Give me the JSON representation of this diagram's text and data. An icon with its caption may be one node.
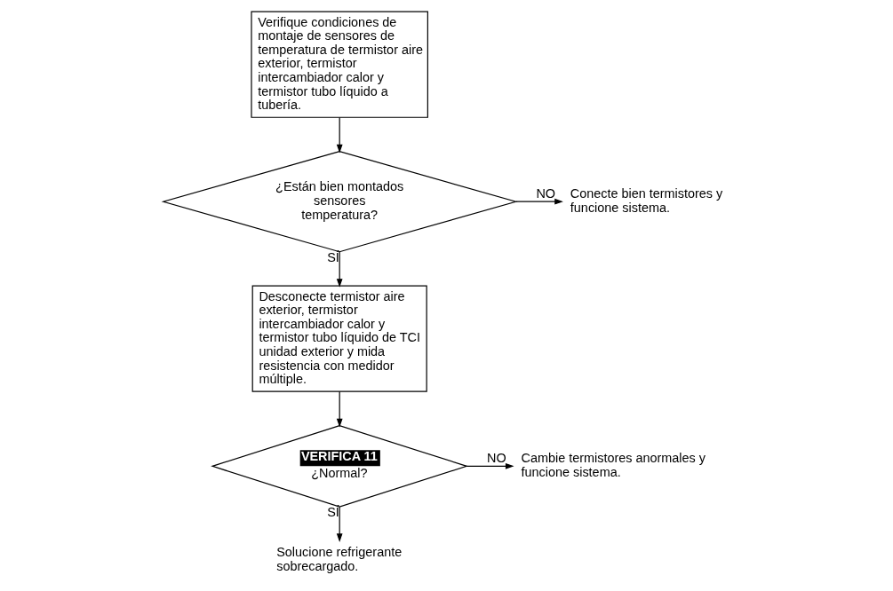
{
  "diagram": {
    "nodes": [
      {
        "text": [
          "Verifique condiciones de montaje de sensores de temperatura de termistor aire exterior, termistor intercambiador calor y termistor tubo líquido a tubería."
        ]
      },
      {
        "text": [
          "¿Están bien montados sensores temperatura?"
        ]
      },
      {
        "text": [
          "Conecte bien termistores y funcione sistema."
        ]
      },
      {
        "text": [
          "Desconecte termistor aire exterior, termistor intercambiador calor y termistor tubo líquido de TCI unidad exterior y mida resistencia con medidor múltiple."
        ]
      },
      {
        "text": [
          "VERIFICA 11",
          "¿Normal?"
        ]
      },
      {
        "text": [
          "Cambie termistores anormales y funcione sistema."
        ]
      },
      {
        "text": [
          "Solucione refrigerante sobrecargado."
        ]
      }
    ],
    "edges": [
      {
        "from": 0,
        "to": 1,
        "arrow": "to"
      },
      {
        "from": 1,
        "to": 2,
        "arrow": "to",
        "label": "NO"
      },
      {
        "from": 1,
        "to": 3,
        "arrow": "to",
        "label": "SÍ"
      },
      {
        "from": 3,
        "to": 4,
        "arrow": "to"
      },
      {
        "from": 4,
        "to": 5,
        "arrow": "to",
        "label": "NO"
      },
      {
        "from": 4,
        "to": 6,
        "arrow": "to",
        "label": "SÍ"
      }
    ]
  }
}
